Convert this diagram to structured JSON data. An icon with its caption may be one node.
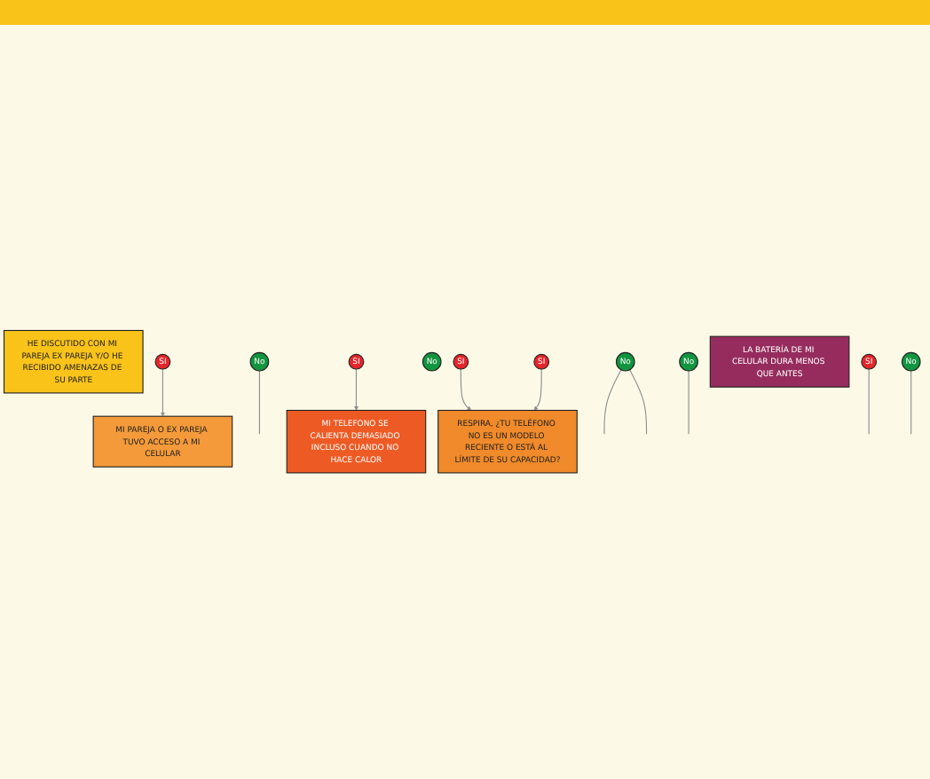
{
  "diagram": {
    "nodes": [
      {
        "text": [
          "HE DISCUTIDO CON MI PAREJA EX PAREJA Y/O HE RECIBIDO AMENAZAS DE SU PARTE"
        ]
      },
      {
        "text": [
          "SI"
        ]
      },
      {
        "text": [
          "No"
        ]
      },
      {
        "text": [
          "MI PAREJA O EX PAREJA TUVO ACCESO A MI CELULAR"
        ]
      },
      {
        "text": [
          "SI"
        ]
      },
      {
        "text": [
          "No"
        ]
      },
      {
        "text": [
          "MI TELEFONO SE CALIENTA DEMASIADO INCLUSO CUANDO NO HACE CALOR"
        ]
      },
      {
        "text": [
          "SI"
        ]
      },
      {
        "text": [
          "No"
        ]
      },
      {
        "text": [
          "RESPIRA, ¿TU TELÉFONO NO ES UN MODELO RECIENTE O ESTÁ AL LÍMITE DE SU CAPACIDAD?"
        ]
      },
      {
        "text": [
          "No"
        ]
      },
      {
        "text": [
          "SI"
        ]
      },
      {
        "text": [
          "LA BATERÍA DE MI CELULAR DURA MENOS QUE ANTES"
        ]
      },
      {
        "text": [
          "SI"
        ]
      },
      {
        "text": [
          "No"
        ]
      }
    ],
    "edges": [
      {
        "from": 2,
        "to": null,
        "arrow": "none"
      },
      {
        "from": 1,
        "to": 3,
        "arrow": "to"
      },
      {
        "from": 4,
        "to": 6,
        "arrow": "to"
      },
      {
        "from": 8,
        "to": null,
        "arrow": "none"
      },
      {
        "from": 8,
        "to": null,
        "arrow": "none"
      },
      {
        "from": 7,
        "to": 9,
        "arrow": "to"
      },
      {
        "from": 11,
        "to": null,
        "arrow": "none"
      },
      {
        "from": 10,
        "to": null,
        "arrow": "none"
      },
      {
        "from": 13,
        "to": 9,
        "arrow": "to"
      },
      {
        "from": 14,
        "to": null,
        "arrow": "none"
      }
    ]
  }
}
